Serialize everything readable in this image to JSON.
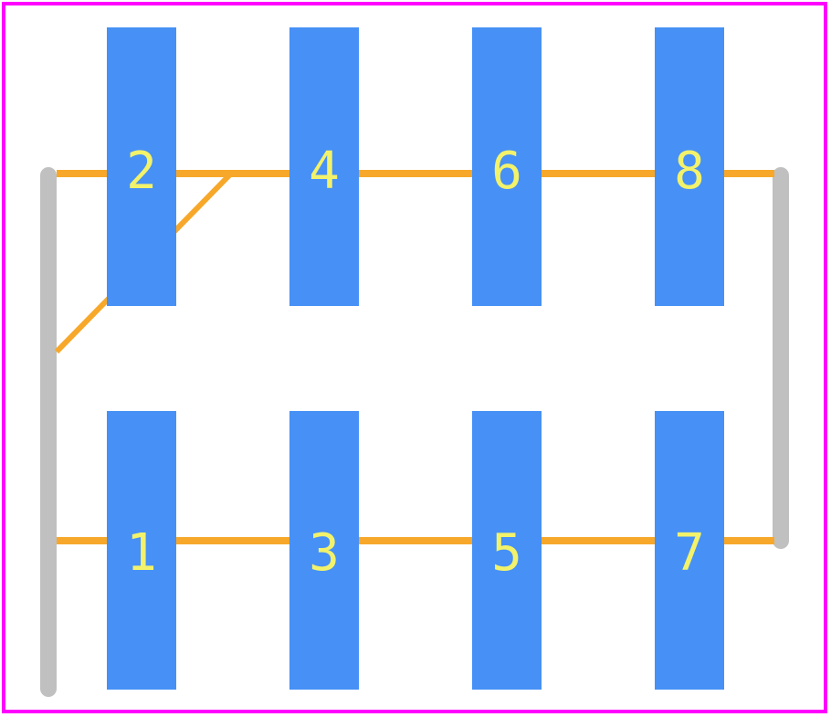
{
  "footprint": {
    "colors": {
      "outline": "#ff00ff",
      "pad": "#4690f6",
      "pad_label": "#f2f26b",
      "trace": "#f7a82a",
      "silkscreen": "#c0c0c0",
      "background": "#ffffff"
    },
    "pads": [
      {
        "id": "1",
        "label": "1",
        "row": "bottom",
        "col": 0
      },
      {
        "id": "2",
        "label": "2",
        "row": "top",
        "col": 0
      },
      {
        "id": "3",
        "label": "3",
        "row": "bottom",
        "col": 1
      },
      {
        "id": "4",
        "label": "4",
        "row": "top",
        "col": 1
      },
      {
        "id": "5",
        "label": "5",
        "row": "bottom",
        "col": 2
      },
      {
        "id": "6",
        "label": "6",
        "row": "top",
        "col": 2
      },
      {
        "id": "7",
        "label": "7",
        "row": "bottom",
        "col": 3
      },
      {
        "id": "8",
        "label": "8",
        "row": "top",
        "col": 3
      }
    ]
  }
}
